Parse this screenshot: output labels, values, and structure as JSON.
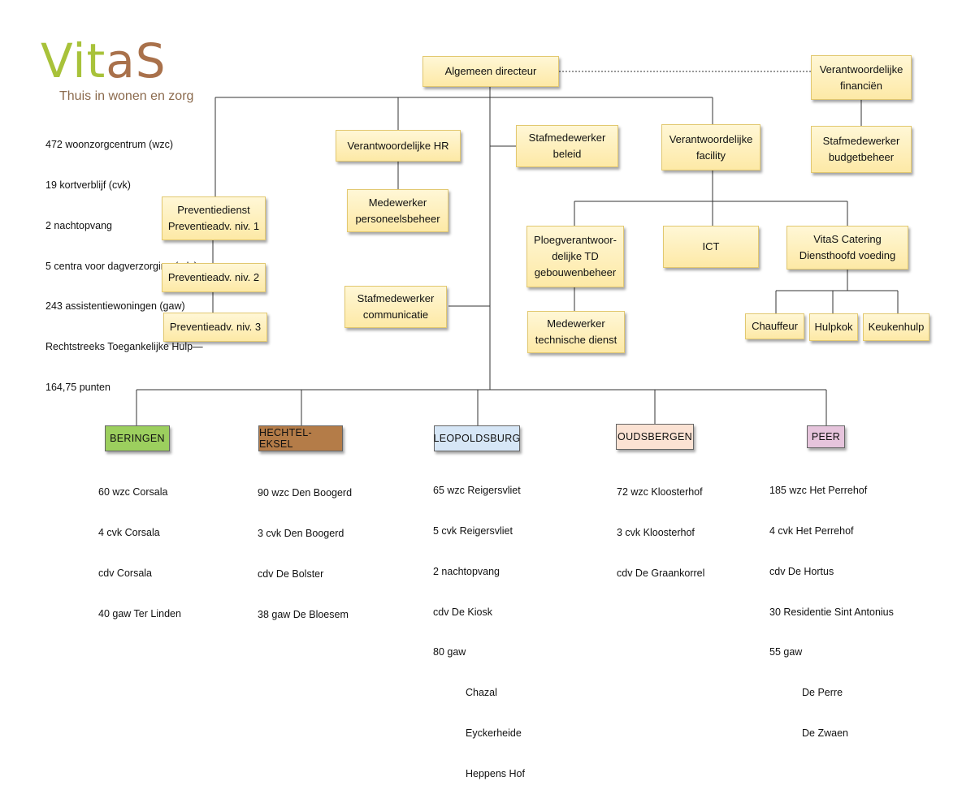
{
  "logo": {
    "word_green": "Vit",
    "word_brown": "aS",
    "tagline": "Thuis in wonen en zorg"
  },
  "summary": {
    "lines": [
      "472 woonzorgcentrum (wzc)",
      "19 kortverblijf (cvk)",
      "2 nachtopvang",
      "5 centra voor dagverzorging (cdv)",
      "243 assistentiewoningen (gaw)",
      "Rechtstreeks Toegankelijke Hulp—",
      "164,75 punten"
    ]
  },
  "org": {
    "director": "Algemeen directeur",
    "finance": "Verantwoordelijke\nfinanciën",
    "budget": "Stafmedewerker\nbudgetbeheer",
    "hr": "Verantwoordelijke HR",
    "personnel": "Medewerker\npersoneelsbeheer",
    "policy": "Stafmedewerker\nbeleid",
    "facility": "Verantwoordelijke\nfacility",
    "prevention1": "Preventiedienst\nPreventieadv. niv. 1",
    "prevention2": "Preventieadv. niv. 2",
    "prevention3": "Preventieadv. niv. 3",
    "communication": "Stafmedewerker\ncommunicatie",
    "foreman": "Ploegverantwoor-\ndelijke TD\ngebouwenbeheer",
    "technical": "Medewerker\ntechnische dienst",
    "ict": "ICT",
    "catering": "VitaS Catering\nDiensthoofd voeding",
    "driver": "Chauffeur",
    "assistant_cook": "Hulpkok",
    "kitchen_help": "Keukenhulp"
  },
  "locations": [
    {
      "name": "BERINGEN",
      "color": "#9ccf5e",
      "lines": [
        "60 wzc Corsala",
        "4 cvk Corsala",
        "cdv Corsala",
        "40 gaw Ter Linden"
      ],
      "sub": []
    },
    {
      "name": "HECHTEL-EKSEL",
      "color": "#b47c48",
      "lines": [
        "90 wzc Den Boogerd",
        "3 cvk Den Boogerd",
        "cdv De Bolster",
        "38 gaw De Bloesem"
      ],
      "sub": []
    },
    {
      "name": "LEOPOLDSBURG",
      "color": "#d6e6f6",
      "lines": [
        "65 wzc Reigersvliet",
        "5 cvk Reigersvliet",
        "2 nachtopvang",
        "cdv De Kiosk",
        "80 gaw"
      ],
      "sub": [
        "Chazal",
        "Eyckerheide",
        "Heppens Hof"
      ]
    },
    {
      "name": "OUDSBERGEN",
      "color": "#fbe2d3",
      "lines": [
        "72 wzc Kloosterhof",
        "3 cvk Kloosterhof",
        "cdv De Graankorrel"
      ],
      "sub": []
    },
    {
      "name": "PEER",
      "color": "#e6c4dc",
      "lines": [
        "185 wzc Het Perrehof",
        "4 cvk Het Perrehof",
        "cdv De Hortus",
        "30 Residentie Sint Antonius",
        "55 gaw"
      ],
      "sub": [
        "De Perre",
        "De Zwaen"
      ]
    }
  ]
}
